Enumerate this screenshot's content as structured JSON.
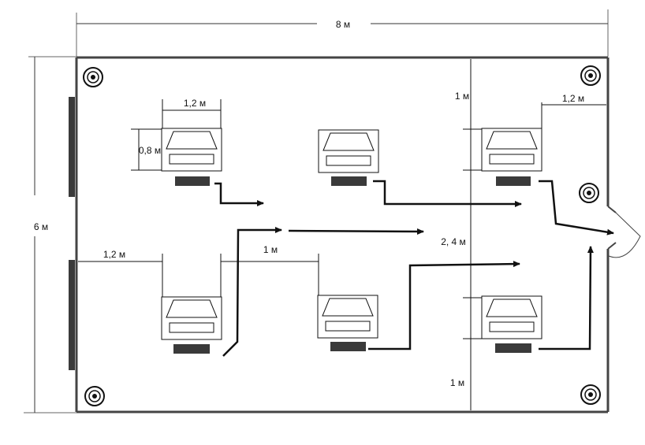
{
  "dimensions": {
    "room_width": "8 м",
    "room_height": "6 м",
    "desk_width": "1,2 м",
    "desk_depth": "0,8 м",
    "left_gap": "1,2 м",
    "middle_gap": "1 м",
    "aisle": "2, 4 м",
    "top_right_gap": "1 м",
    "top_right_width": "1,2 м",
    "bottom_right_gap": "1 м"
  },
  "workstations": [
    {
      "id": "ws-1",
      "row": "top",
      "column": 1
    },
    {
      "id": "ws-2",
      "row": "top",
      "column": 2
    },
    {
      "id": "ws-3",
      "row": "top",
      "column": 3
    },
    {
      "id": "ws-4",
      "row": "bottom",
      "column": 1
    },
    {
      "id": "ws-5",
      "row": "bottom",
      "column": 2
    },
    {
      "id": "ws-6",
      "row": "bottom",
      "column": 3
    }
  ],
  "lamps": [
    "top-left",
    "top-right",
    "right-middle",
    "bottom-left",
    "bottom-right"
  ],
  "exit": "door",
  "colors": {
    "line": "#111111",
    "wall": "#444444",
    "chair": "#3a3a3a",
    "window": "#3a3a3a"
  }
}
